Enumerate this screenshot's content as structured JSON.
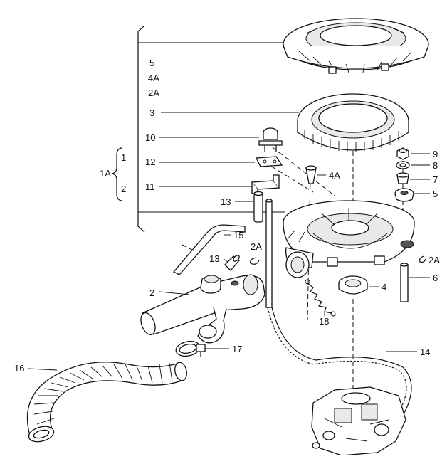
{
  "labels": {
    "l_5_top": "5",
    "l_4A_top": "4A",
    "l_2A_top": "2A",
    "l_3": "3",
    "l_10": "10",
    "l_12": "12",
    "l_11": "11",
    "l_13a": "13",
    "l_1A": "1A",
    "l_1": "1",
    "l_2_brace": "2",
    "l_4A_mid": "4A",
    "l_9": "9",
    "l_8": "8",
    "l_7": "7",
    "l_5_right": "5",
    "l_2A_right": "2A",
    "l_6": "6",
    "l_4": "4",
    "l_15": "15",
    "l_2A_mid": "2A",
    "l_13b": "13",
    "l_2": "2",
    "l_18": "18",
    "l_17": "17",
    "l_14": "14",
    "l_16": "16"
  }
}
